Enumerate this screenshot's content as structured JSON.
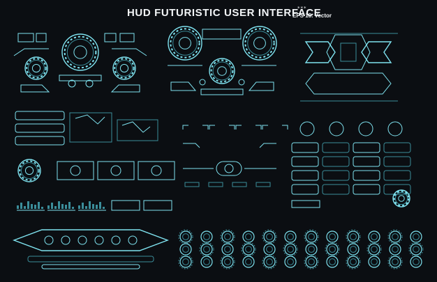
{
  "header": {
    "title": "HUD FUTURISTIC USER INTERFACE",
    "stars": "***",
    "subtitle": "EPS 10. Vector"
  },
  "colors": {
    "background": "#0b0e12",
    "glow": "#7fe3f0",
    "dim": "#3b8d9a",
    "text": "#f2f5f7"
  },
  "panels": [
    {
      "name": "panel-dashboard-gauges-left"
    },
    {
      "name": "panel-dashboard-gauges-center"
    },
    {
      "name": "panel-ornament-frames-right"
    },
    {
      "name": "panel-card-widgets"
    },
    {
      "name": "panel-target-brackets"
    },
    {
      "name": "panel-frames-grid"
    },
    {
      "name": "panel-circle-gauges"
    },
    {
      "name": "panel-bar-charts"
    },
    {
      "name": "panel-bottom-bars"
    },
    {
      "name": "panel-ring-collection"
    }
  ]
}
